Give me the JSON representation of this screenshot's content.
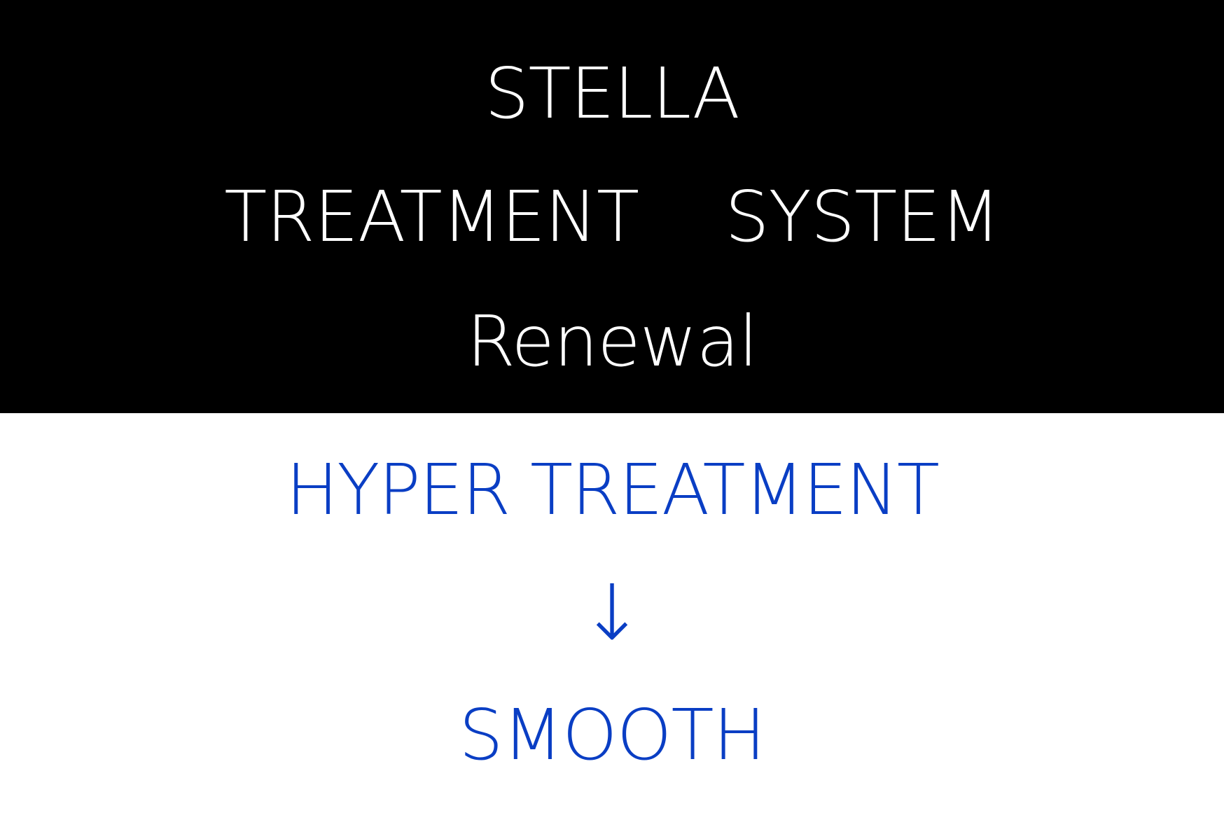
{
  "header": {
    "line1": "STELLA",
    "line2": "TREATMENT    SYSTEM",
    "line3": "Renewal"
  },
  "body": {
    "line1": "HYPER TREATMENT",
    "arrow": "↓",
    "line2": "SMOOTH"
  },
  "colors": {
    "header_bg": "#000000",
    "header_text": "#ffffff",
    "body_bg": "#ffffff",
    "body_text": "#0a3ec4"
  }
}
